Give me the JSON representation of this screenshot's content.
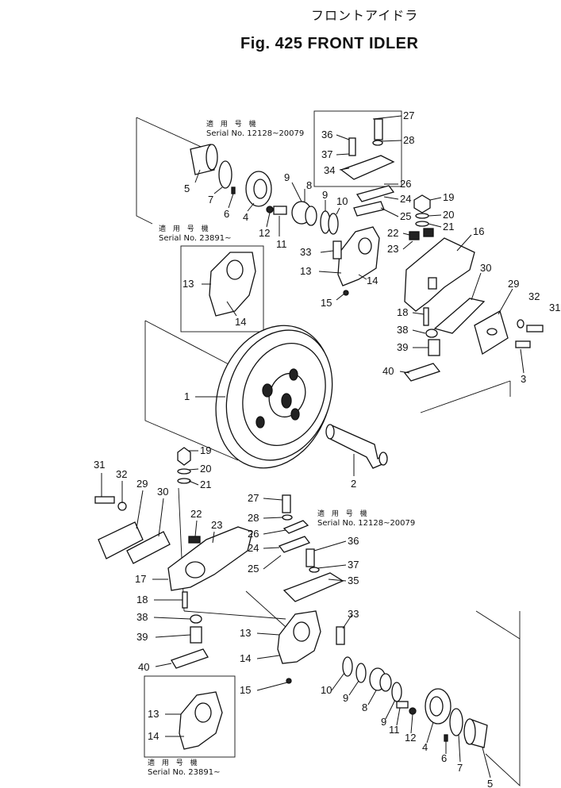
{
  "header": {
    "title_jp": "フロントアイドラ",
    "title_en": "Fig. 425 FRONT IDLER"
  },
  "notes": {
    "top_right_jp": "適 用 号 機",
    "top_right_serial": "Serial No. 12128~20079",
    "top_left_jp": "適 用 号 機",
    "top_left_serial": "Serial No. 23891~",
    "bottom_mid_jp": "適 用 号 機",
    "bottom_mid_serial": "Serial No. 12128~20079",
    "bottom_left_jp": "適 用 号 機",
    "bottom_left_serial": "Serial No. 23891~"
  },
  "callouts": [
    {
      "id": "c27a",
      "label": "27"
    },
    {
      "id": "c28a",
      "label": "28"
    },
    {
      "id": "c36a",
      "label": "36"
    },
    {
      "id": "c37a",
      "label": "37"
    },
    {
      "id": "c34",
      "label": "34"
    },
    {
      "id": "c26a",
      "label": "26"
    },
    {
      "id": "c24a",
      "label": "24"
    },
    {
      "id": "c25a",
      "label": "25"
    },
    {
      "id": "c19a",
      "label": "19"
    },
    {
      "id": "c20a",
      "label": "20"
    },
    {
      "id": "c21a",
      "label": "21"
    },
    {
      "id": "c22a",
      "label": "22"
    },
    {
      "id": "c23a",
      "label": "23"
    },
    {
      "id": "c16",
      "label": "16"
    },
    {
      "id": "c5a",
      "label": "5"
    },
    {
      "id": "c7a",
      "label": "7"
    },
    {
      "id": "c6a",
      "label": "6"
    },
    {
      "id": "c4a",
      "label": "4"
    },
    {
      "id": "c9a",
      "label": "9"
    },
    {
      "id": "c8a",
      "label": "8"
    },
    {
      "id": "c9b",
      "label": "9"
    },
    {
      "id": "c10a",
      "label": "10"
    },
    {
      "id": "c12a",
      "label": "12"
    },
    {
      "id": "c11a",
      "label": "11"
    },
    {
      "id": "c33a",
      "label": "33"
    },
    {
      "id": "c13a",
      "label": "13"
    },
    {
      "id": "c14a",
      "label": "14"
    },
    {
      "id": "c13b",
      "label": "13"
    },
    {
      "id": "c14b",
      "label": "14"
    },
    {
      "id": "c15a",
      "label": "15"
    },
    {
      "id": "c30a",
      "label": "30"
    },
    {
      "id": "c29a",
      "label": "29"
    },
    {
      "id": "c32a",
      "label": "32"
    },
    {
      "id": "c31a",
      "label": "31"
    },
    {
      "id": "c18a",
      "label": "18"
    },
    {
      "id": "c38a",
      "label": "38"
    },
    {
      "id": "c39a",
      "label": "39"
    },
    {
      "id": "c40a",
      "label": "40"
    },
    {
      "id": "c3",
      "label": "3"
    },
    {
      "id": "c1",
      "label": "1"
    },
    {
      "id": "c2",
      "label": "2"
    },
    {
      "id": "c19b",
      "label": "19"
    },
    {
      "id": "c20b",
      "label": "20"
    },
    {
      "id": "c21b",
      "label": "21"
    },
    {
      "id": "c31b",
      "label": "31"
    },
    {
      "id": "c32b",
      "label": "32"
    },
    {
      "id": "c29b",
      "label": "29"
    },
    {
      "id": "c30b",
      "label": "30"
    },
    {
      "id": "c22b",
      "label": "22"
    },
    {
      "id": "c23b",
      "label": "23"
    },
    {
      "id": "c17",
      "label": "17"
    },
    {
      "id": "c18b",
      "label": "18"
    },
    {
      "id": "c38b",
      "label": "38"
    },
    {
      "id": "c39b",
      "label": "39"
    },
    {
      "id": "c40b",
      "label": "40"
    },
    {
      "id": "c27b",
      "label": "27"
    },
    {
      "id": "c28b",
      "label": "28"
    },
    {
      "id": "c26b",
      "label": "26"
    },
    {
      "id": "c24b",
      "label": "24"
    },
    {
      "id": "c25b",
      "label": "25"
    },
    {
      "id": "c36b",
      "label": "36"
    },
    {
      "id": "c37b",
      "label": "37"
    },
    {
      "id": "c35",
      "label": "35"
    },
    {
      "id": "c33b",
      "label": "33"
    },
    {
      "id": "c13c",
      "label": "13"
    },
    {
      "id": "c14c",
      "label": "14"
    },
    {
      "id": "c15b",
      "label": "15"
    },
    {
      "id": "c10b",
      "label": "10"
    },
    {
      "id": "c9c",
      "label": "9"
    },
    {
      "id": "c8b",
      "label": "8"
    },
    {
      "id": "c9d",
      "label": "9"
    },
    {
      "id": "c11b",
      "label": "11"
    },
    {
      "id": "c12b",
      "label": "12"
    },
    {
      "id": "c4b",
      "label": "4"
    },
    {
      "id": "c6b",
      "label": "6"
    },
    {
      "id": "c7b",
      "label": "7"
    },
    {
      "id": "c5b",
      "label": "5"
    },
    {
      "id": "c13d",
      "label": "13"
    },
    {
      "id": "c14d",
      "label": "14"
    }
  ]
}
